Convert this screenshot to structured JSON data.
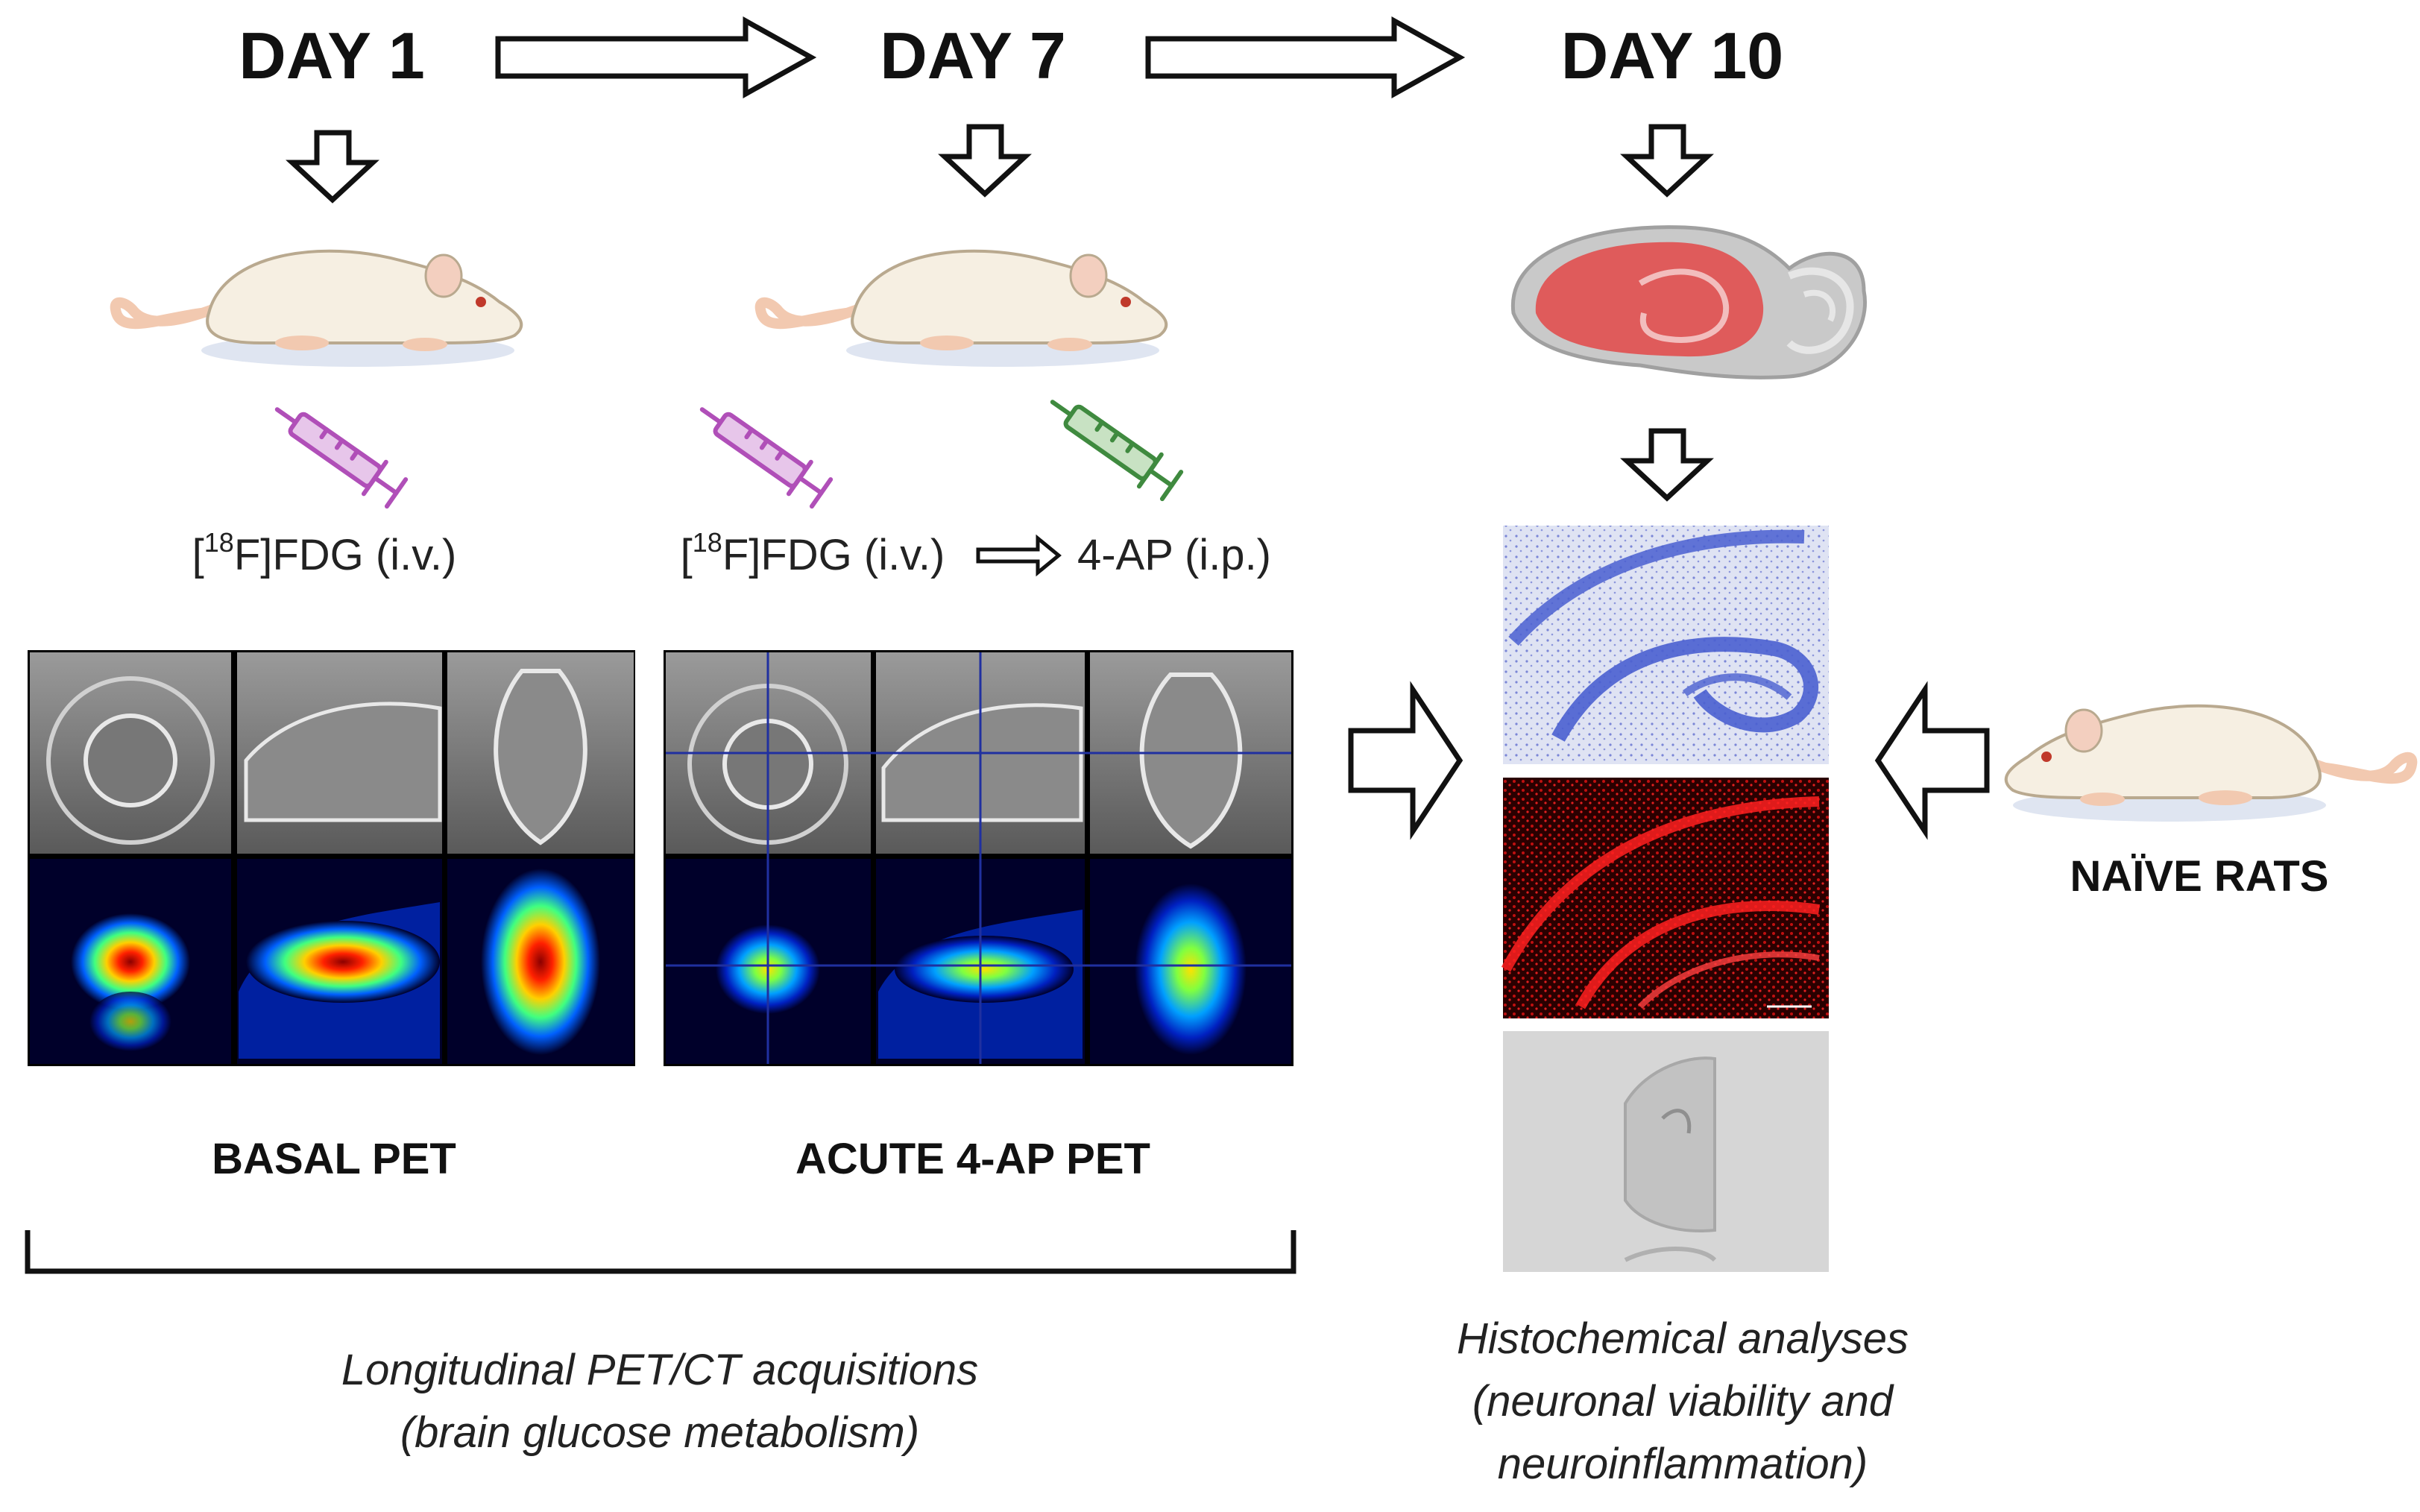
{
  "timeline": {
    "day1_label": "DAY 1",
    "day7_label": "DAY 7",
    "day10_label": "DAY 10"
  },
  "injections": {
    "day1": {
      "sup": "18",
      "tracer": "F]FDG (i.v.)",
      "open_bracket": "["
    },
    "day7": {
      "sup": "18",
      "tracer": "F]FDG (i.v.)",
      "open_bracket": "[",
      "then": "4-AP (i.p.)"
    },
    "syringe_colors": {
      "fdg": "#b04fb8",
      "ap": "#3f8a3f"
    }
  },
  "panels": {
    "basal": "BASAL PET",
    "acute": "ACUTE 4-AP PET"
  },
  "captions": {
    "pet": [
      "Longitudinal PET/CT acquisitions",
      "(brain glucose metabolism)"
    ],
    "histo": [
      "Histochemical analyses",
      "(neuronal viability and",
      "neuroinflammation)"
    ]
  },
  "control_group": {
    "label": "NAÏVE RATS"
  },
  "colors": {
    "nissl": "#4a5fd0",
    "fluor": "#e01010",
    "brain_highlight": "#e05555",
    "rat_body": "#f6efe2",
    "rat_tail": "#f2c9b0"
  }
}
